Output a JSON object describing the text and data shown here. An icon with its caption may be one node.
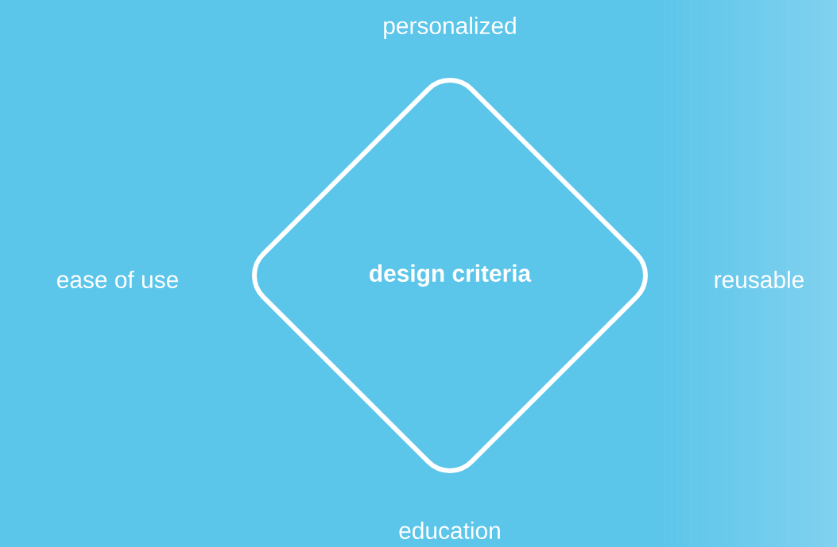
{
  "diagram": {
    "nodes": [
      {
        "text": [
          "design criteria"
        ],
        "beside": [
          "personalized",
          "ease of use",
          "reusable",
          "education"
        ]
      }
    ]
  }
}
